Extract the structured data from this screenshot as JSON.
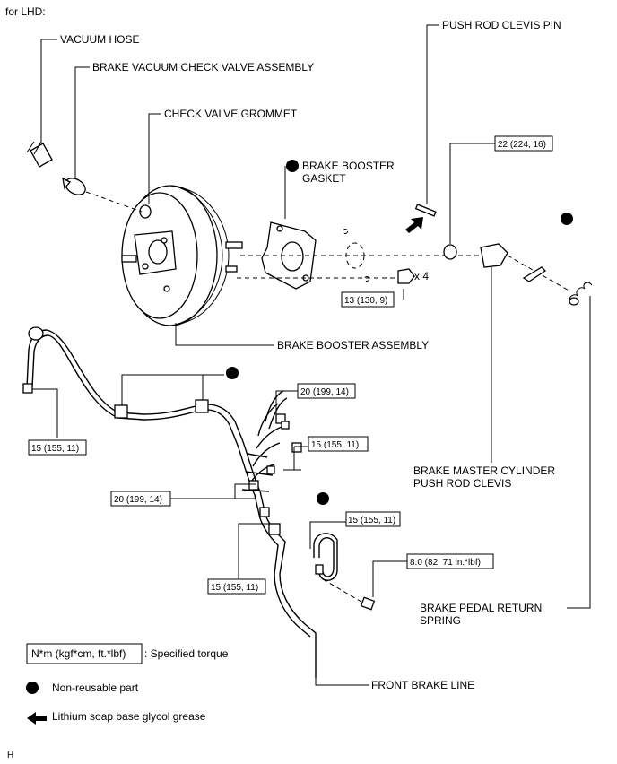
{
  "header": "for LHD:",
  "labels": {
    "vacuum_hose": "VACUUM HOSE",
    "check_valve_assembly": "BRAKE VACUUM CHECK VALVE ASSEMBLY",
    "check_valve_grommet": "CHECK VALVE GROMMET",
    "booster_gasket_1": "BRAKE BOOSTER",
    "booster_gasket_2": "GASKET",
    "push_rod_clevis_pin": "PUSH ROD CLEVIS PIN",
    "booster_assembly": "BRAKE BOOSTER ASSEMBLY",
    "master_cyl_clevis_1": "BRAKE MASTER CYLINDER",
    "master_cyl_clevis_2": "PUSH ROD CLEVIS",
    "return_spring_1": "BRAKE PEDAL RETURN",
    "return_spring_2": "SPRING",
    "front_brake_line": "FRONT BRAKE LINE",
    "qty_x4": "x 4"
  },
  "torques": {
    "t_22": "22 (224, 16)",
    "t_13": "13 (130, 9)",
    "t_20_top": "20 (199, 14)",
    "t_15_mid": "15 (155, 11)",
    "t_15_left": "15 (155, 11)",
    "t_20_left": "20 (199, 14)",
    "t_15_right": "15 (155, 11)",
    "t_8": "8.0 (82, 71 in.*lbf)",
    "t_15_bottom": "15 (155, 11)"
  },
  "legend": {
    "torque_box": "N*m (kgf*cm, ft.*lbf)",
    "torque_desc": ": Specified torque",
    "nonreusable": "Non-reusable part",
    "grease": "Lithium soap base glycol grease"
  },
  "footer_code": "H"
}
